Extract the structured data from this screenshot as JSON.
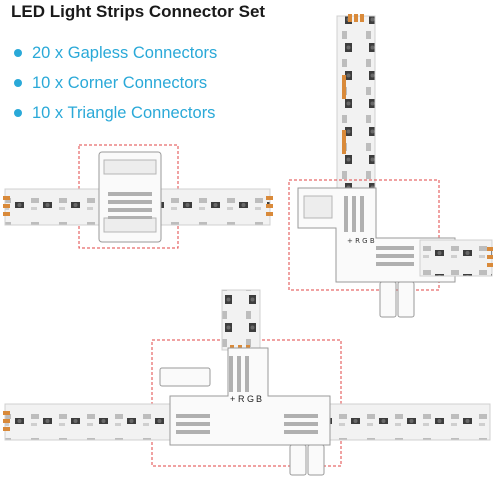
{
  "title": "LED Light Strips Connector Set",
  "features": [
    {
      "label": "20 x Gapless Connectors"
    },
    {
      "label": "10 x Corner Connectors"
    },
    {
      "label": "10 x Triangle Connectors"
    }
  ],
  "pin_labels": {
    "plus": "+",
    "r": "R",
    "g": "G",
    "b": "B"
  },
  "colors": {
    "accent": "#2aa9d8",
    "frame": "#e04545",
    "strip": "#f4f4f4",
    "led": "#4a4a4a",
    "copper": "#d98a3a",
    "connector": "#fafafa"
  }
}
